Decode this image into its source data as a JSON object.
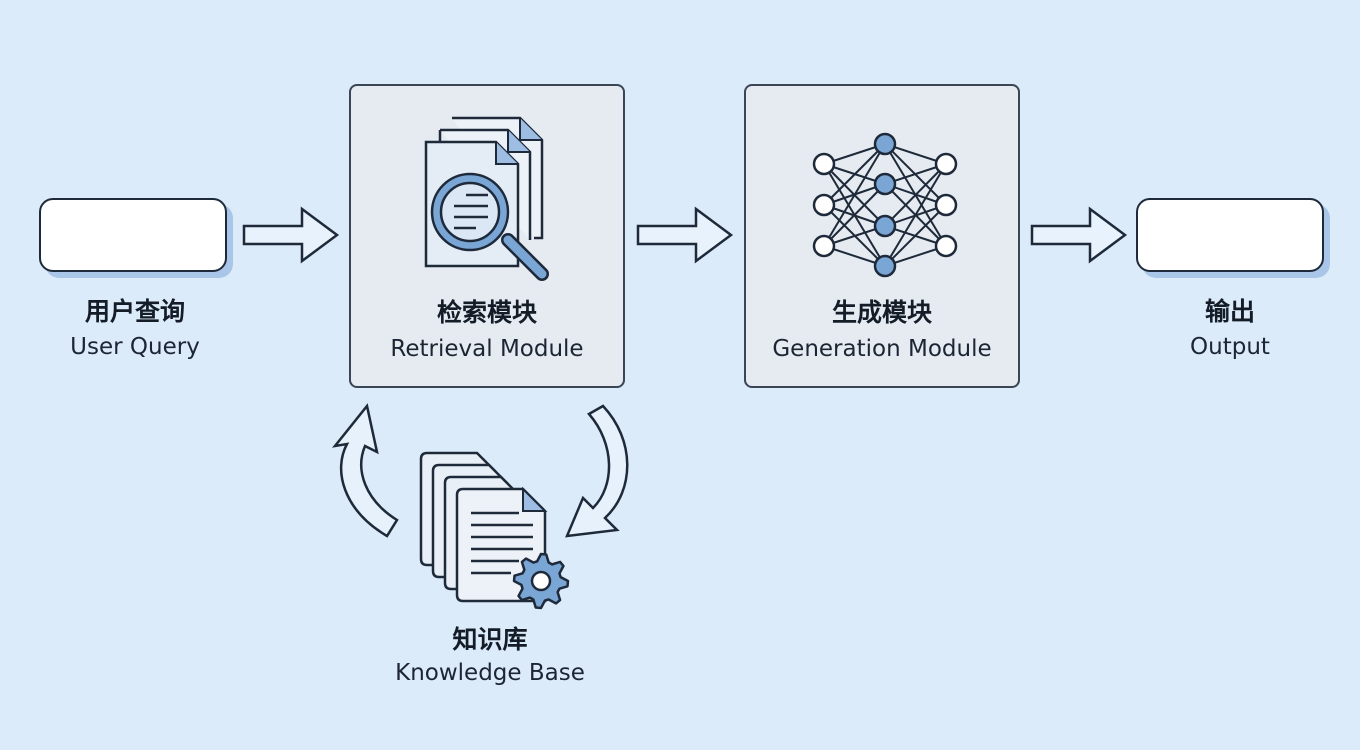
{
  "diagram": {
    "nodes": {
      "user_query": {
        "label_zh": "用户查询",
        "label_en": "User Query"
      },
      "retrieval": {
        "label_zh": "检索模块",
        "label_en": "Retrieval Module",
        "icon": "document-search-icon"
      },
      "generation": {
        "label_zh": "生成模块",
        "label_en": "Generation Module",
        "icon": "neural-network-icon"
      },
      "output": {
        "label_zh": "输出",
        "label_en": "Output"
      },
      "knowledge_base": {
        "label_zh": "知识库",
        "label_en": "Knowledge Base",
        "icon": "documents-gear-icon"
      }
    },
    "edges": [
      {
        "from": "user_query",
        "to": "retrieval",
        "style": "hollow-arrow"
      },
      {
        "from": "retrieval",
        "to": "generation",
        "style": "hollow-arrow"
      },
      {
        "from": "generation",
        "to": "output",
        "style": "hollow-arrow"
      },
      {
        "from": "retrieval",
        "to": "knowledge_base",
        "style": "curved-arrow"
      },
      {
        "from": "knowledge_base",
        "to": "retrieval",
        "style": "curved-arrow"
      }
    ],
    "colors": {
      "background": "#dcebfa",
      "module_fill": "#e6ebf1",
      "stroke": "#1e2a3a",
      "accent": "#7aa6d6",
      "box_shadow": "#a9c6e8"
    }
  }
}
